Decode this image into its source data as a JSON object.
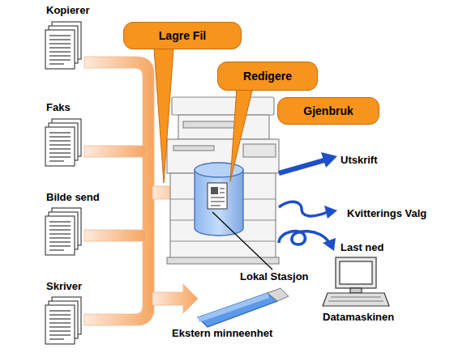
{
  "diagram": {
    "nodes": [
      {
        "text": [
          "Lagre Fil"
        ]
      },
      {
        "text": [
          "Redigere"
        ]
      },
      {
        "text": [
          "Gjenbruk"
        ]
      }
    ],
    "labels": [
      "Kopierer",
      "Faks",
      "Bilde send",
      "Skriver",
      "Utskrift",
      "Kvitterings Valg",
      "Last ned",
      "Lokal Stasjon",
      "Datamaskinen",
      "Ekstern minneenhet"
    ]
  }
}
